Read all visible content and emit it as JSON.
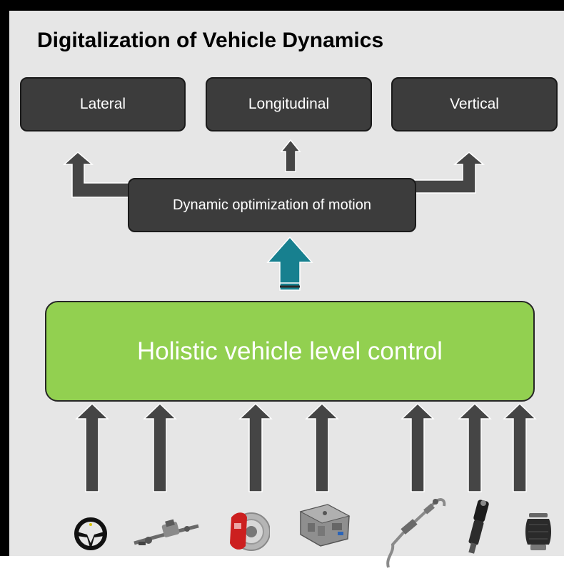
{
  "title": "Digitalization of Vehicle Dynamics",
  "dimensions": {
    "lateral": "Lateral",
    "longitudinal": "Longitudinal",
    "vertical": "Vertical"
  },
  "optimization": "Dynamic optimization of motion",
  "control": "Holistic vehicle level control",
  "components": [
    "steering-wheel-icon",
    "steering-rack-icon",
    "brake-caliper-icon",
    "engine-icon",
    "brake-line-icon",
    "shock-absorber-icon",
    "air-spring-icon"
  ],
  "colors": {
    "panel": "#e6e6e6",
    "dark_box": "#3c3c3c",
    "control_green": "#92d050",
    "teal_arrow": "#17808f",
    "arrow_gray": "#454545"
  }
}
